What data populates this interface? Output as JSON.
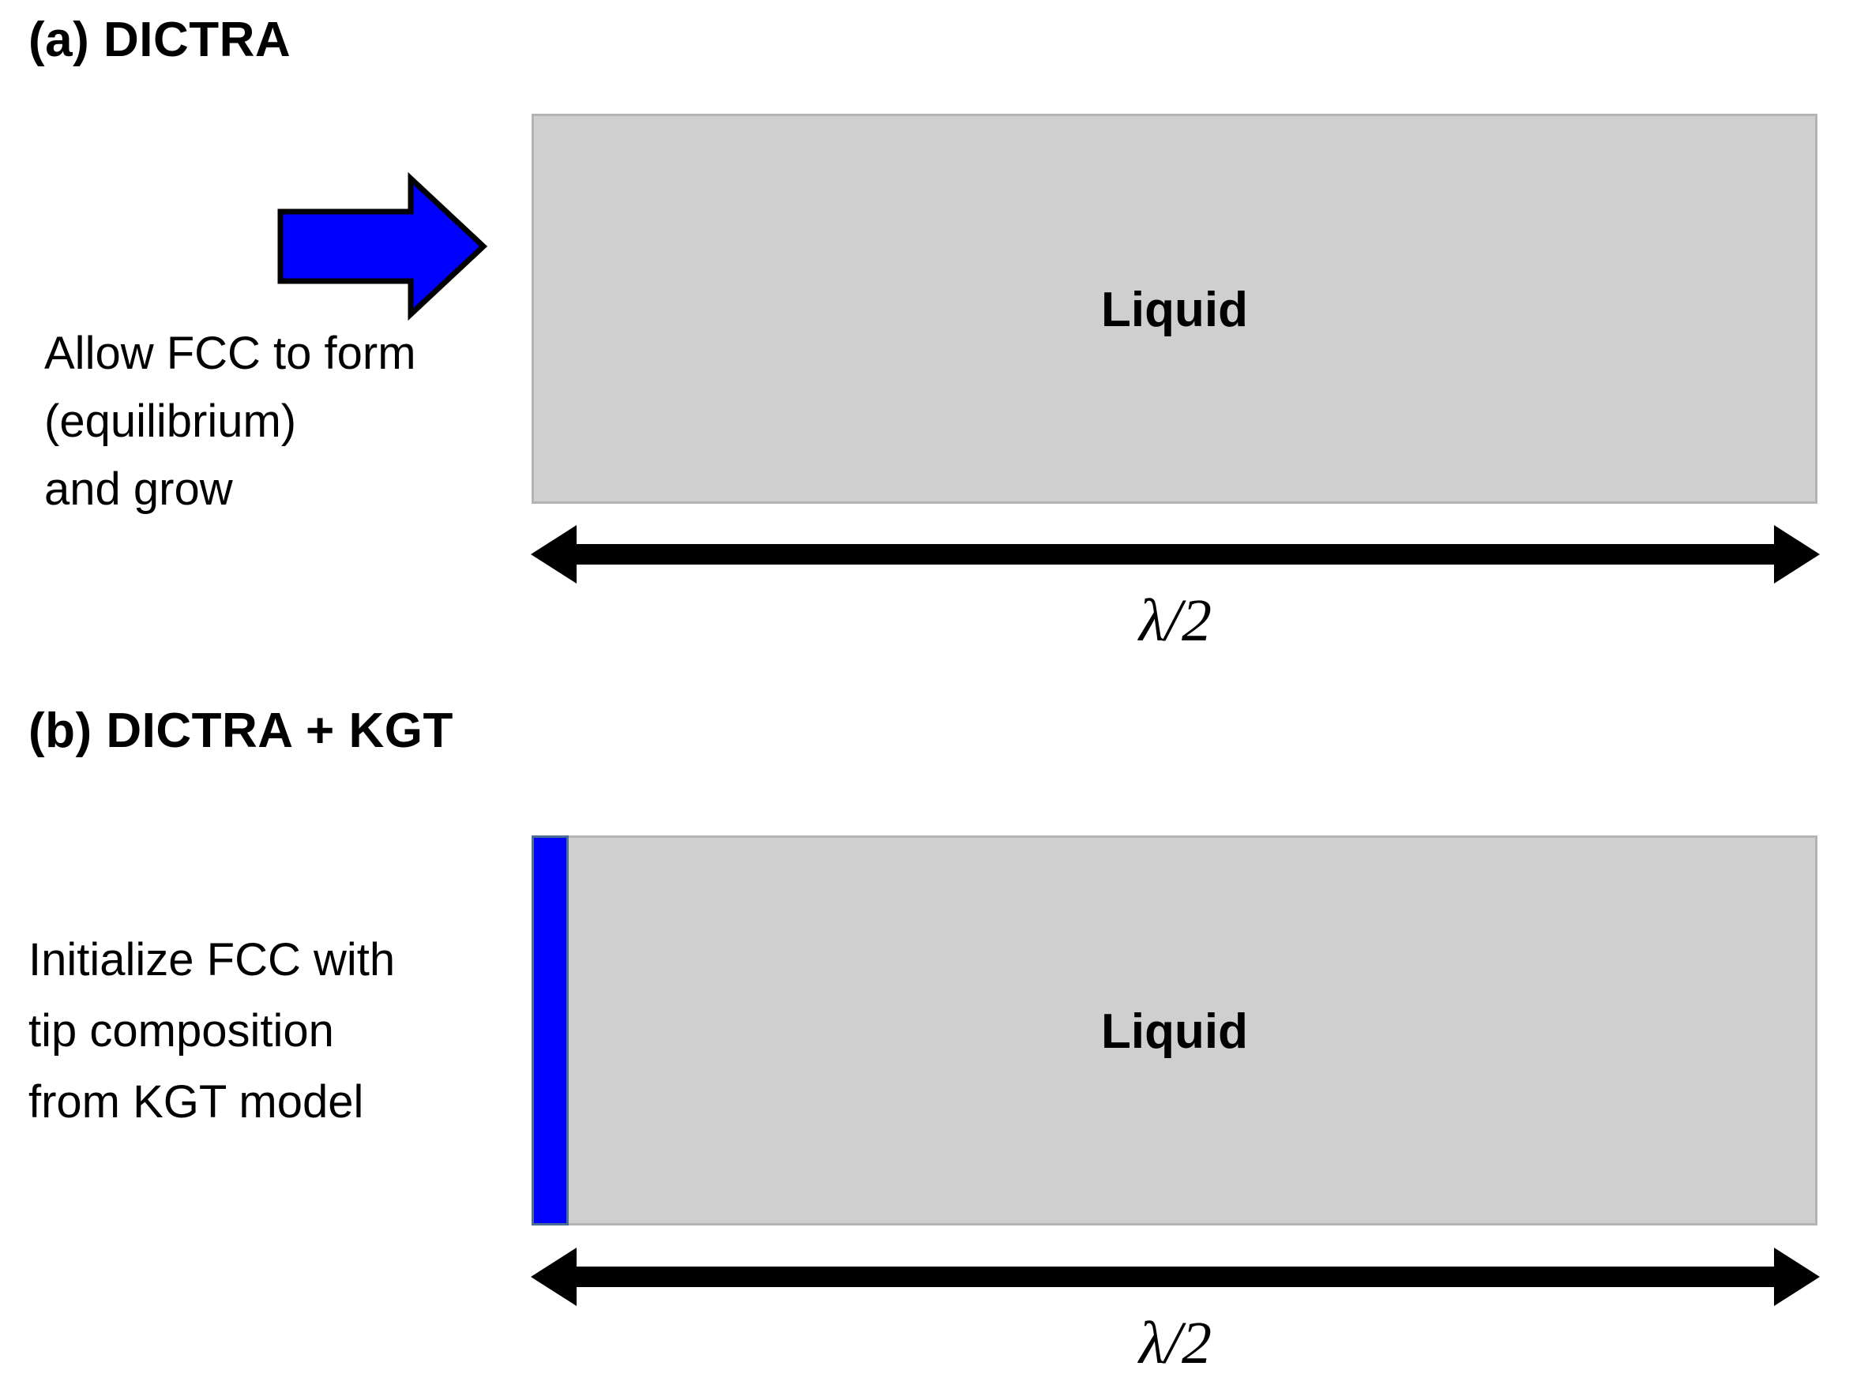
{
  "figure": {
    "background_color": "#ffffff",
    "panels": [
      {
        "id": "panel-a",
        "title": "(a) DICTRA",
        "caption_lines": [
          "Allow FCC to form",
          "(equilibrium)",
          "and grow"
        ],
        "region_label": "Liquid",
        "region_fill_color": "#cfcfcf",
        "region_border_color": "#b3b3b3",
        "dimension_label": "λ/2",
        "dimension_arrow": "double-headed-horizontal-arrow",
        "block_arrow": {
          "name": "blue-block-arrow-right",
          "fill_color": "#0000ff",
          "stroke_color": "#000000",
          "direction": "right"
        },
        "has_fcc_strip": false
      },
      {
        "id": "panel-b",
        "title": "(b) DICTRA + KGT",
        "caption_lines": [
          "Initialize FCC with",
          "tip composition",
          "from KGT model"
        ],
        "region_label": "Liquid",
        "region_fill_color": "#cfcfcf",
        "region_border_color": "#b3b3b3",
        "dimension_label": "λ/2",
        "dimension_arrow": "double-headed-horizontal-arrow",
        "block_arrow": null,
        "has_fcc_strip": true,
        "fcc_strip": {
          "name": "fcc-seed-strip",
          "fill_color": "#0000ff",
          "border_color": "#4a6f93"
        }
      }
    ]
  }
}
